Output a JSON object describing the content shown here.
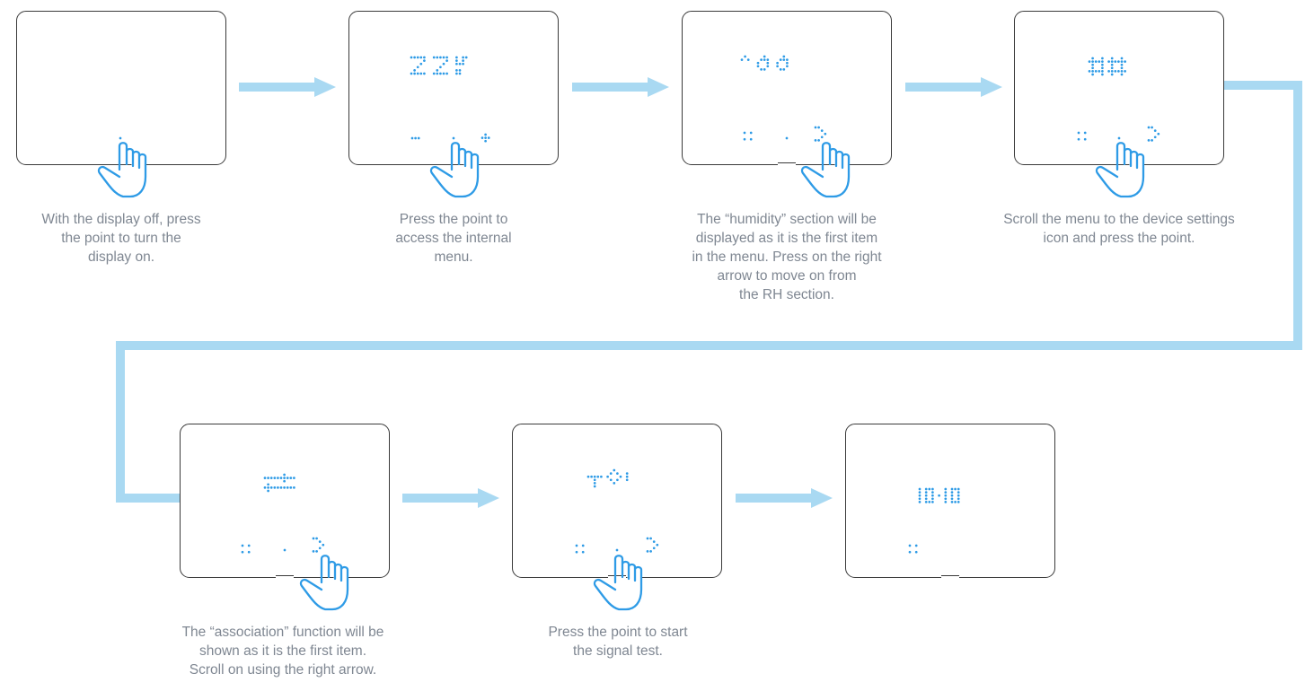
{
  "colors": {
    "led_blue": "#2e9be6",
    "flow_line": "#a9d9f2",
    "panel_border": "#3a3a3a",
    "caption_gray": "#7f8792"
  },
  "steps": [
    {
      "screen": "blank",
      "lines": [
        "With the display off, press",
        "the point to turn the",
        "display on."
      ]
    },
    {
      "screen": "time",
      "lines": [
        "Press the point to",
        "access the internal",
        "menu."
      ]
    },
    {
      "screen": "humidity",
      "lines": [
        "The “humidity” section will be",
        "displayed as it is the first item",
        "in the menu. Press on the right",
        "arrow to move on from",
        "the RH section."
      ]
    },
    {
      "screen": "settings",
      "lines": [
        "Scroll the menu to the device settings",
        "icon and press the point."
      ]
    },
    {
      "screen": "association",
      "lines": [
        "The “association” function will be",
        "shown as it is the first item.",
        "Scroll on using the right arrow."
      ]
    },
    {
      "screen": "signal",
      "lines": [
        "Press the point to start",
        "the signal test."
      ]
    },
    {
      "screen": "result",
      "lines": []
    }
  ]
}
